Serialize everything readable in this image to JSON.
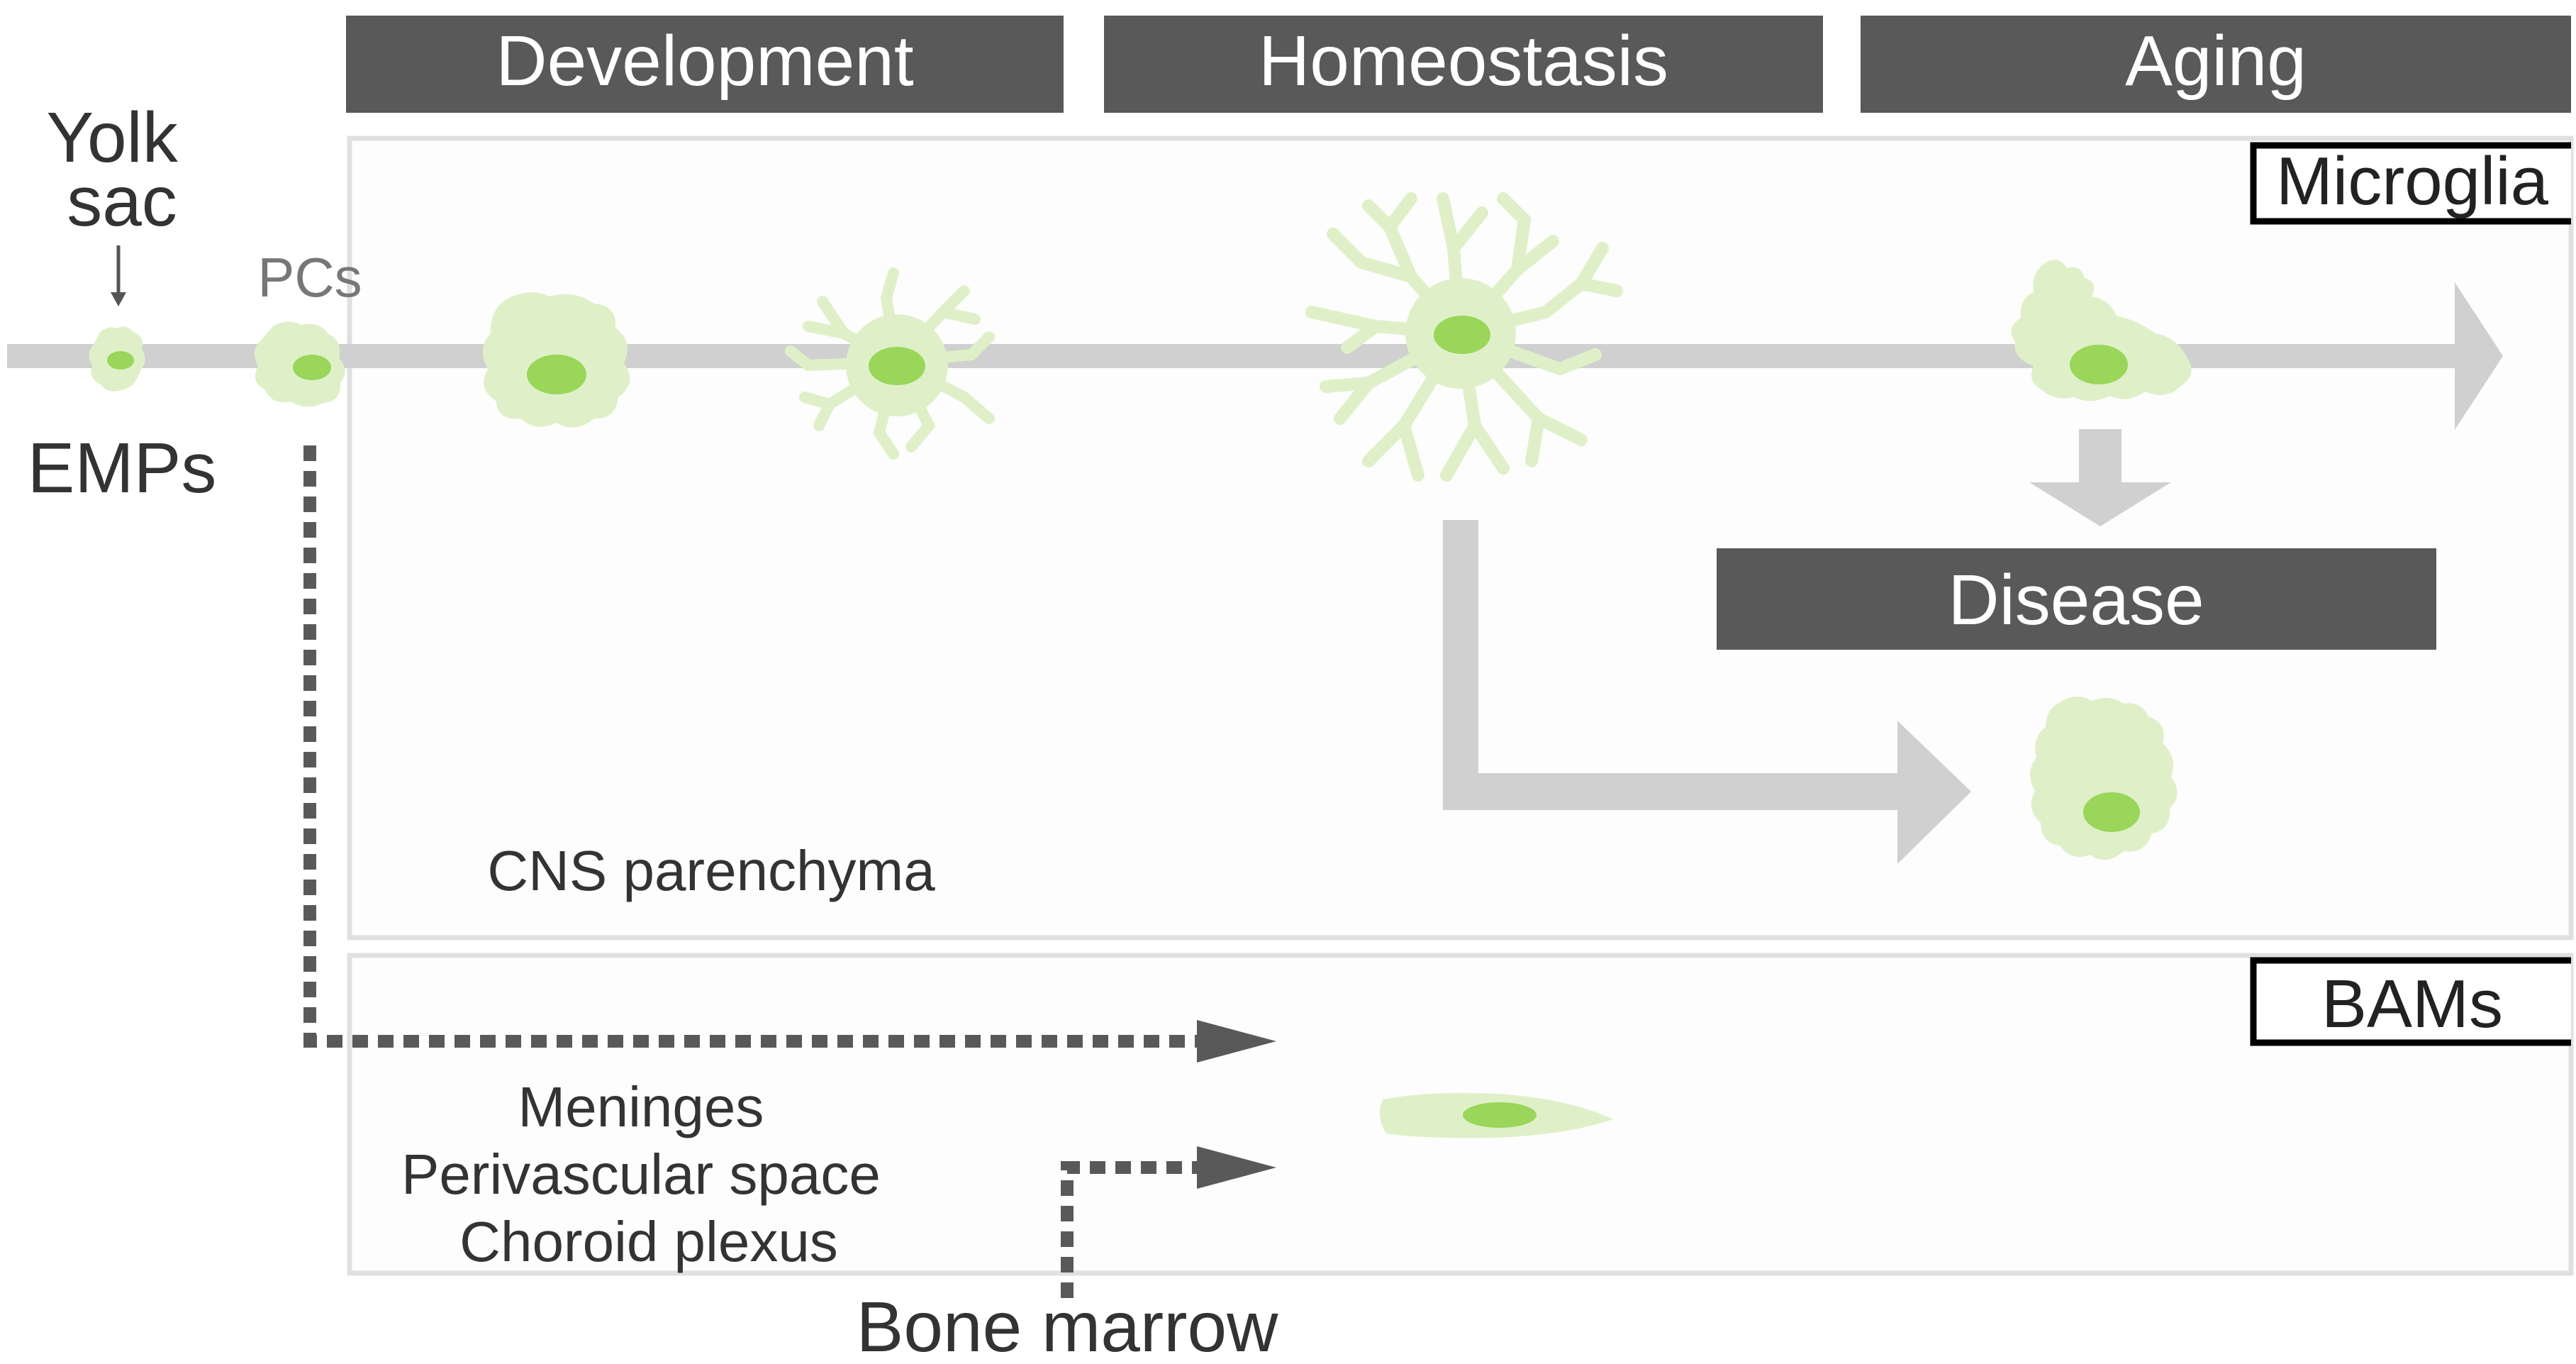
{
  "stages": {
    "development": "Development",
    "homeostasis": "Homeostasis",
    "aging": "Aging"
  },
  "origin": {
    "yolk_sac": [
      "Yolk",
      "sac"
    ],
    "emps": "EMPs",
    "pcs": "PCs",
    "bone_marrow": "Bone marrow"
  },
  "compartments": {
    "microglia": "Microglia",
    "bams": "BAMs",
    "cns_parenchyma": "CNS parenchyma",
    "disease": "Disease",
    "bam_locations": [
      "Meninges",
      "Perivascular space",
      "Choroid plexus"
    ]
  },
  "colors": {
    "header_fill": "#595959",
    "header_text": "#ffffff",
    "timeline_gray": "#d0d0d0",
    "panel_border": "#e0e0e0",
    "cell_body": "#dff0c8",
    "cell_nucleus": "#99d65a",
    "dotted_arrow": "#595959",
    "text_dark": "#333333",
    "text_gray": "#777777"
  },
  "icons": [
    "microglia-cell-icon",
    "bam-cell-icon",
    "down-arrow-icon"
  ]
}
